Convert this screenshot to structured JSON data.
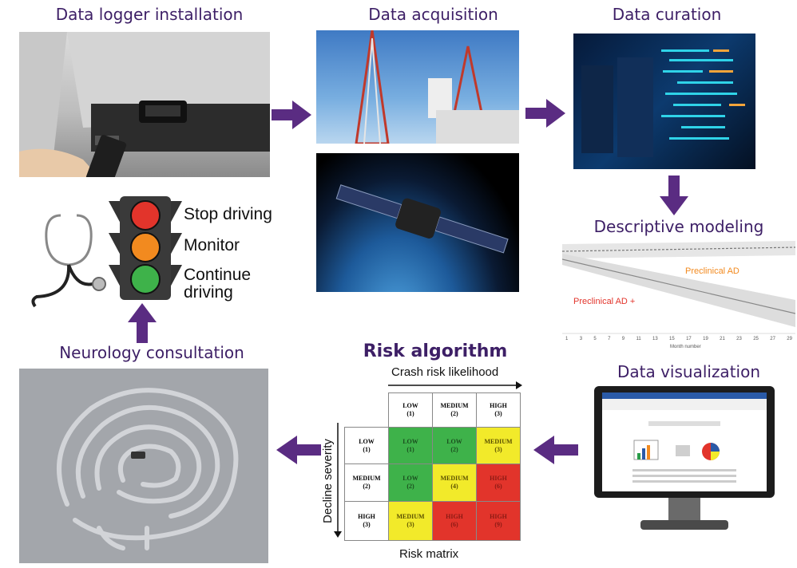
{
  "titles": {
    "logger": "Data logger installation",
    "acquisition": "Data acquisition",
    "curation": "Data curation",
    "descriptive": "Descriptive modeling",
    "neurology": "Neurology consultation",
    "risk": "Risk algorithm",
    "visualization": "Data visualization"
  },
  "traffic_light": {
    "stop": "Stop driving",
    "monitor": "Monitor",
    "continue_1": "Continue",
    "continue_2": "driving"
  },
  "descriptive_chart": {
    "label_preclinical": "Preclinical AD",
    "label_preclinical_plus": "Preclinical AD +",
    "xlabel": "Month number",
    "ticks": [
      "1",
      "3",
      "5",
      "7",
      "9",
      "11",
      "13",
      "15",
      "17",
      "19",
      "21",
      "23",
      "25",
      "27",
      "29"
    ]
  },
  "risk_matrix": {
    "x_axis_label": "Crash risk likelihood",
    "y_axis_label": "Decline severity",
    "caption": "Risk matrix",
    "col_headers": [
      {
        "name": "LOW",
        "num": "(1)"
      },
      {
        "name": "MEDIUM",
        "num": "(2)"
      },
      {
        "name": "HIGH",
        "num": "(3)"
      }
    ],
    "row_headers": [
      {
        "name": "LOW",
        "num": "(1)"
      },
      {
        "name": "MEDIUM",
        "num": "(2)"
      },
      {
        "name": "HIGH",
        "num": "(3)"
      }
    ],
    "cells": [
      [
        {
          "name": "LOW",
          "num": "(1)"
        },
        {
          "name": "LOW",
          "num": "(2)"
        },
        {
          "name": "MEDIUM",
          "num": "(3)"
        }
      ],
      [
        {
          "name": "LOW",
          "num": "(2)"
        },
        {
          "name": "MEDIUM",
          "num": "(4)"
        },
        {
          "name": "HIGH",
          "num": "(6)"
        }
      ],
      [
        {
          "name": "MEDIUM",
          "num": "(3)"
        },
        {
          "name": "HIGH",
          "num": "(6)"
        },
        {
          "name": "HIGH",
          "num": "(9)"
        }
      ]
    ]
  },
  "colors": {
    "title": "#3d1f66",
    "arrow": "#5a2c82",
    "green": "#3eb24a",
    "yellow": "#f2ea2a",
    "red": "#e2342b"
  }
}
